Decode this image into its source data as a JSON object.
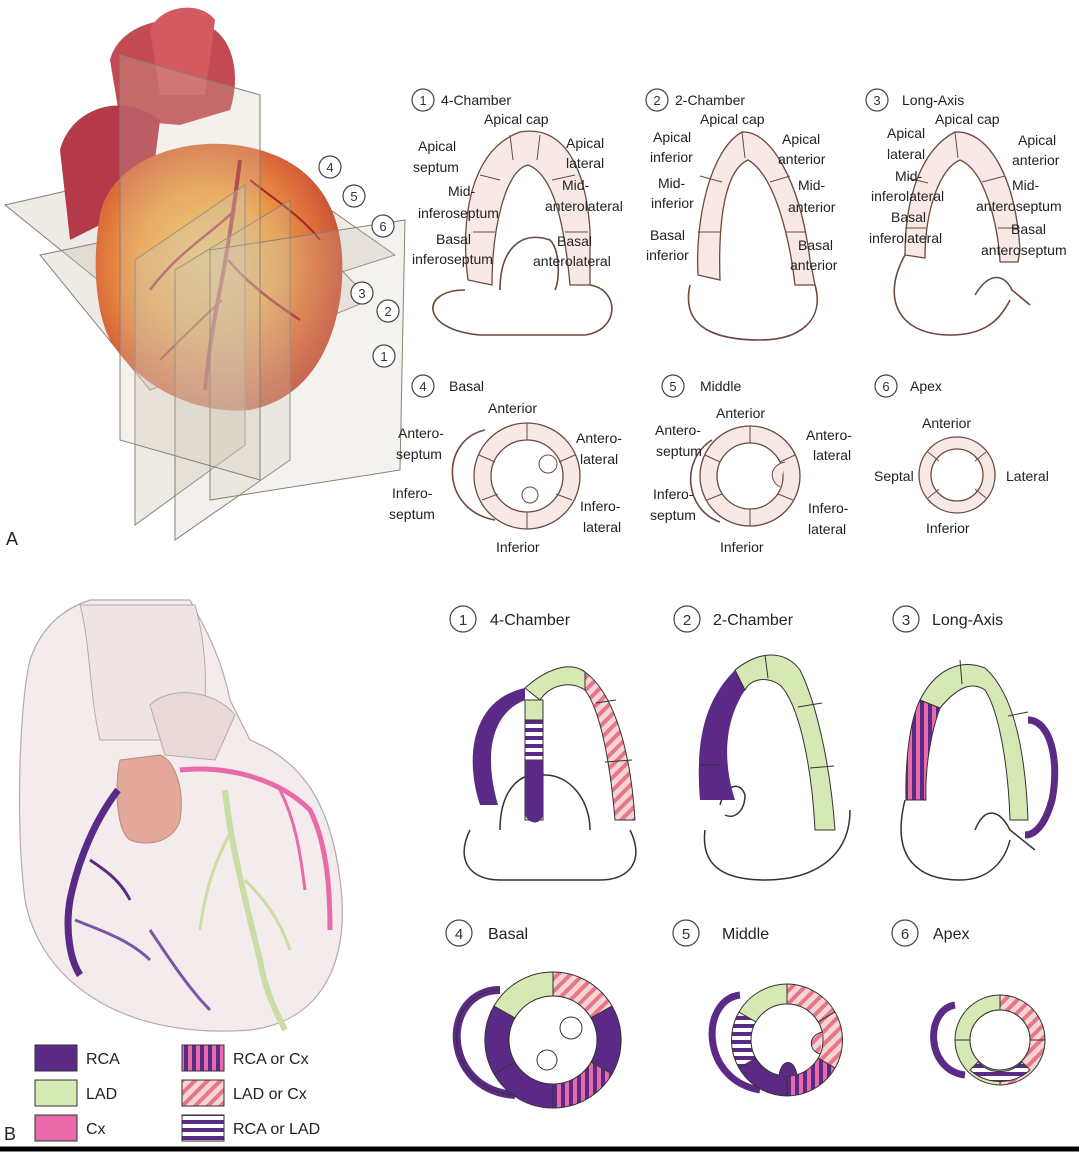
{
  "panel_a": {
    "letter": "A",
    "plane_numbers": [
      "4",
      "5",
      "6",
      "3",
      "2",
      "1"
    ],
    "views": [
      {
        "num": "1",
        "title": "4-Chamber",
        "labels": [
          "Apical cap",
          "Apical",
          "septum",
          "Apical",
          "lateral",
          "Mid-",
          "inferoseptum",
          "Mid-",
          "anterolateral",
          "Basal",
          "inferoseptum",
          "Basal",
          "anterolateral"
        ]
      },
      {
        "num": "2",
        "title": "2-Chamber",
        "labels": [
          "Apical cap",
          "Apical",
          "inferior",
          "Apical",
          "anterior",
          "Mid-",
          "inferior",
          "Mid-",
          "anterior",
          "Basal",
          "inferior",
          "Basal",
          "anterior"
        ]
      },
      {
        "num": "3",
        "title": "Long-Axis",
        "labels": [
          "Apical cap",
          "Apical",
          "lateral",
          "Apical",
          "anterior",
          "Mid-",
          "inferolateral",
          "Mid-",
          "anteroseptum",
          "Basal",
          "inferolateral",
          "Basal",
          "anteroseptum"
        ]
      },
      {
        "num": "4",
        "title": "Basal",
        "labels": [
          "Anterior",
          "Antero-",
          "septum",
          "Antero-",
          "lateral",
          "Infero-",
          "septum",
          "Infero-",
          "lateral",
          "Inferior"
        ]
      },
      {
        "num": "5",
        "title": "Middle",
        "labels": [
          "Anterior",
          "Antero-",
          "septum",
          "Antero-",
          "lateral",
          "Infero-",
          "septum",
          "Infero-",
          "lateral",
          "Inferior"
        ]
      },
      {
        "num": "6",
        "title": "Apex",
        "labels": [
          "Anterior",
          "Septal",
          "Lateral",
          "Inferior"
        ]
      }
    ]
  },
  "panel_b": {
    "letter": "B",
    "views": [
      {
        "num": "1",
        "title": "4-Chamber"
      },
      {
        "num": "2",
        "title": "2-Chamber"
      },
      {
        "num": "3",
        "title": "Long-Axis"
      },
      {
        "num": "4",
        "title": "Basal"
      },
      {
        "num": "5",
        "title": "Middle"
      },
      {
        "num": "6",
        "title": "Apex"
      }
    ],
    "legend": [
      {
        "label": "RCA",
        "pattern": "solid",
        "colors": [
          "#5b2a86"
        ]
      },
      {
        "label": "LAD",
        "pattern": "solid",
        "colors": [
          "#d6e8b4"
        ]
      },
      {
        "label": "Cx",
        "pattern": "solid",
        "colors": [
          "#e86aa8"
        ]
      },
      {
        "label": "RCA or Cx",
        "pattern": "vertical-stripes",
        "colors": [
          "#5b2a86",
          "#e86aa8"
        ]
      },
      {
        "label": "LAD or Cx",
        "pattern": "diagonal-stripes",
        "colors": [
          "#f4c8c0",
          "#e7758f"
        ]
      },
      {
        "label": "RCA or LAD",
        "pattern": "horizontal-stripes",
        "colors": [
          "#5b2a86",
          "#ffffff"
        ]
      }
    ]
  },
  "colors": {
    "rca": "#5b2a86",
    "lad": "#d6e8b4",
    "cx": "#e86aa8",
    "segment_fill": "#f8e9e6",
    "outline": "#6b4a3e"
  }
}
